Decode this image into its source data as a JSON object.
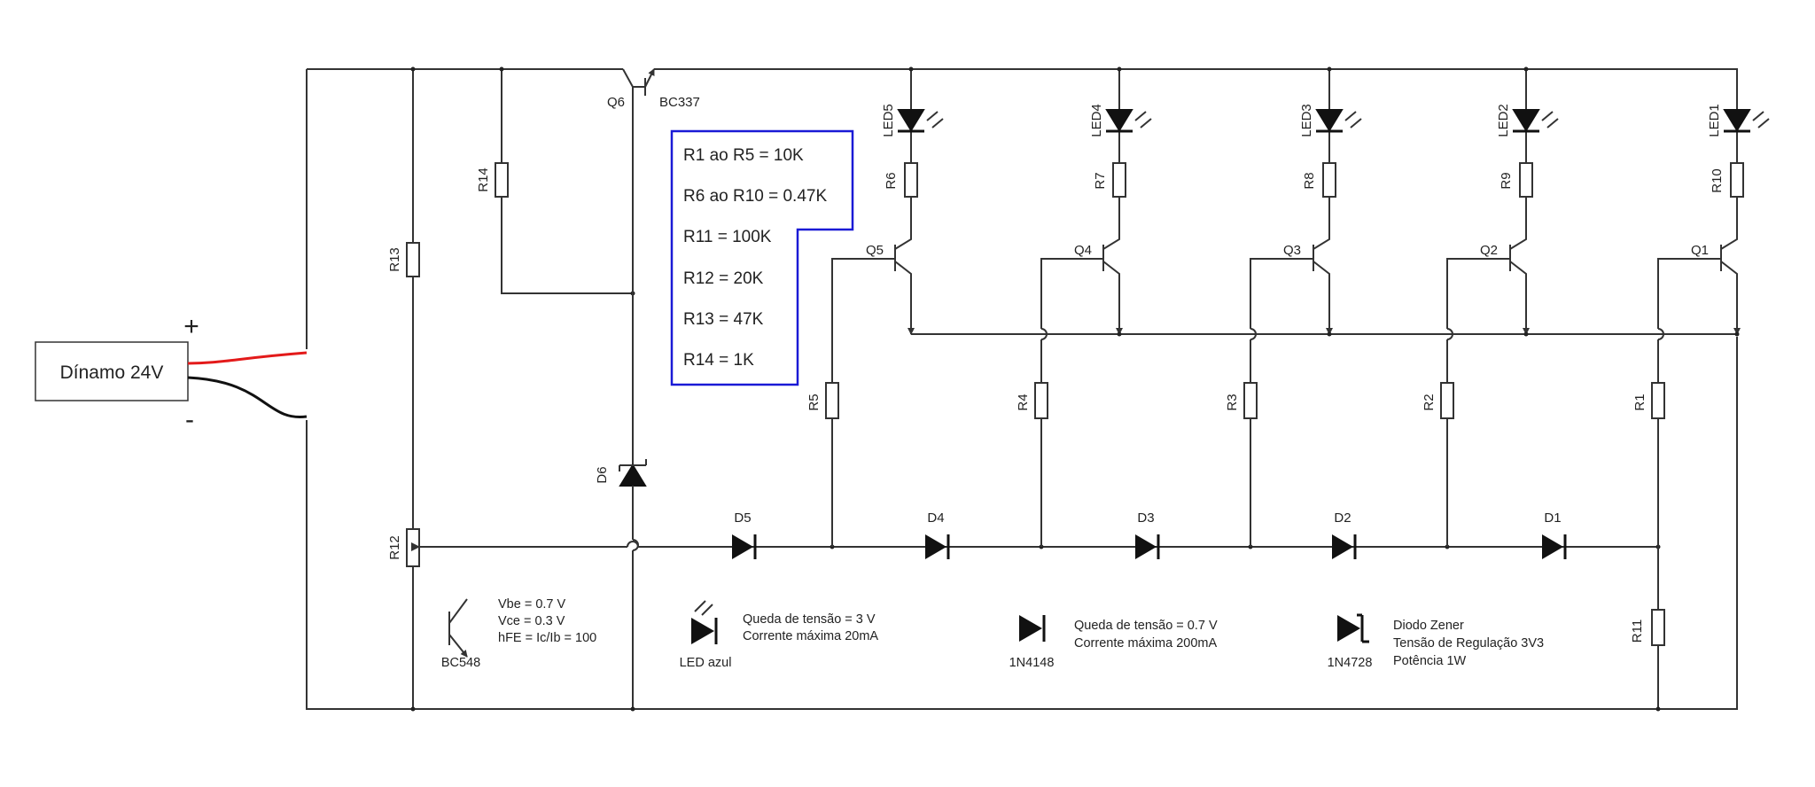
{
  "source": {
    "label": "Dínamo 24V",
    "plus": "+",
    "minus": "-"
  },
  "q6": {
    "name": "Q6",
    "part": "BC337"
  },
  "legend": {
    "items": [
      "R1 ao R5 = 10K",
      "R6 ao R10 = 0.47K",
      "R11 = 100K",
      "R12 = 20K",
      "R13 = 47K",
      "R14 = 1K"
    ],
    "border_color": "#1a1ad6"
  },
  "resistors": {
    "r1": "R1",
    "r2": "R2",
    "r3": "R3",
    "r4": "R4",
    "r5": "R5",
    "r6": "R6",
    "r7": "R7",
    "r8": "R8",
    "r9": "R9",
    "r10": "R10",
    "r11": "R11",
    "r12": "R12",
    "r13": "R13",
    "r14": "R14"
  },
  "leds": {
    "led1": "LED1",
    "led2": "LED2",
    "led3": "LED3",
    "led4": "LED4",
    "led5": "LED5"
  },
  "transistors": {
    "q1": "Q1",
    "q2": "Q2",
    "q3": "Q3",
    "q4": "Q4",
    "q5": "Q5"
  },
  "diodes": {
    "d1": "D1",
    "d2": "D2",
    "d3": "D3",
    "d4": "D4",
    "d5": "D5",
    "d6": "D6"
  },
  "notes": {
    "bc548": {
      "lines": [
        "Vbe = 0.7 V",
        "Vce = 0.3 V",
        "hFE = Ic/Ib = 100"
      ],
      "part": "BC548"
    },
    "led": {
      "lines": [
        "Queda de tensão = 3 V",
        "Corrente máxima 20mA"
      ],
      "part": "LED azul"
    },
    "diode": {
      "lines": [
        "Queda de tensão = 0.7 V",
        "Corrente máxima 200mA"
      ],
      "part": "1N4148"
    },
    "zener": {
      "lines": [
        "Diodo Zener",
        "Tensão de Regulação 3V3",
        "Potência 1W"
      ],
      "part": "1N4728"
    }
  },
  "colors": {
    "positive_wire": "#e31a1a",
    "negative_wire": "#111111"
  }
}
